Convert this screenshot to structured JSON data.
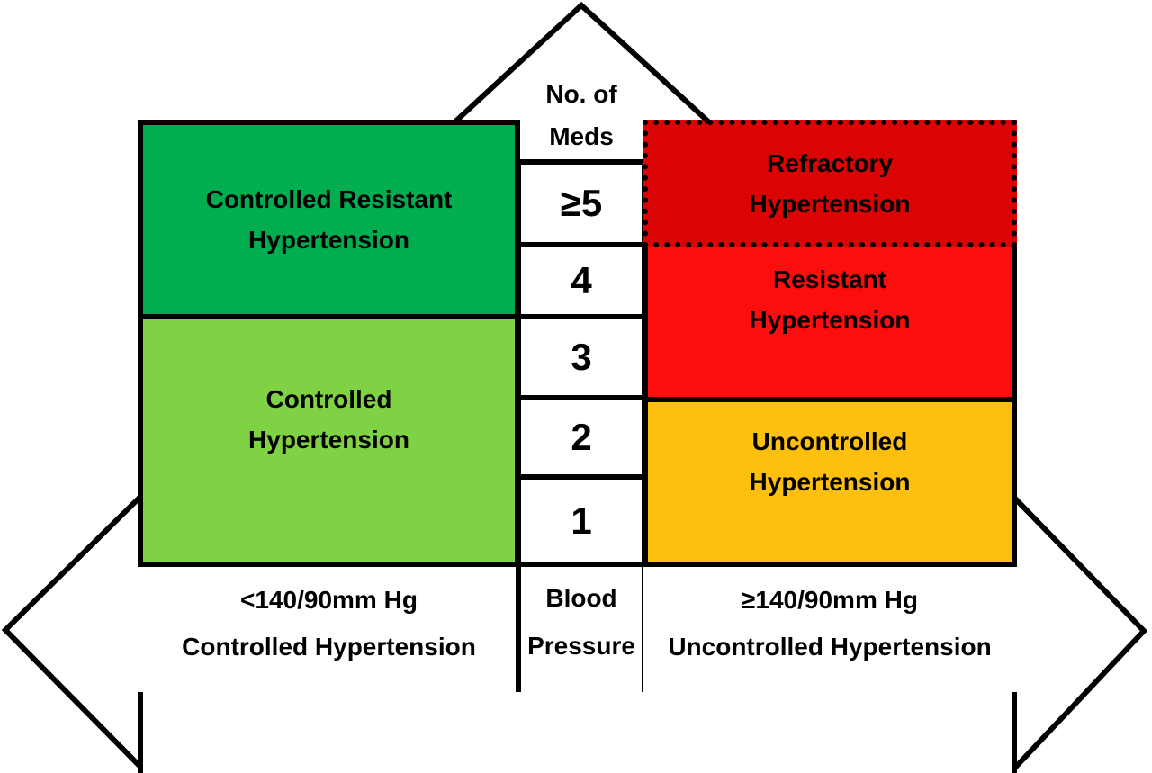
{
  "diagram": {
    "background": "#FFFFFF",
    "outline_color": "#000000",
    "meds_axis": {
      "label_line1": "No. of",
      "label_line2": "Meds",
      "cells": [
        "≥5",
        "4",
        "3",
        "2",
        "1"
      ]
    },
    "bp_axis": {
      "label_line1": "Blood",
      "label_line2": "Pressure"
    },
    "left_boxes": [
      {
        "line1": "Controlled Resistant",
        "line2": "Hypertension",
        "color": "#00AE50",
        "border_style": "solid"
      },
      {
        "line1": "Controlled",
        "line2": "Hypertension",
        "color": "#7ED243",
        "border_style": "solid"
      }
    ],
    "right_boxes": [
      {
        "line1": "Refractory",
        "line2": "Hypertension",
        "color": "#DB0404",
        "border_style": "dotted"
      },
      {
        "line1": "Resistant",
        "line2": "Hypertension",
        "color": "#FD0D0D",
        "border_style": "solid"
      },
      {
        "line1": "Uncontrolled",
        "line2": "Hypertension",
        "color": "#FEC00F",
        "border_style": "solid"
      }
    ],
    "bottom_left_arrow": {
      "line1": "<140/90mm Hg",
      "line2": "Controlled Hypertension"
    },
    "bottom_right_arrow": {
      "line1": "≥140/90mm Hg",
      "line2": "Uncontrolled Hypertension"
    }
  }
}
